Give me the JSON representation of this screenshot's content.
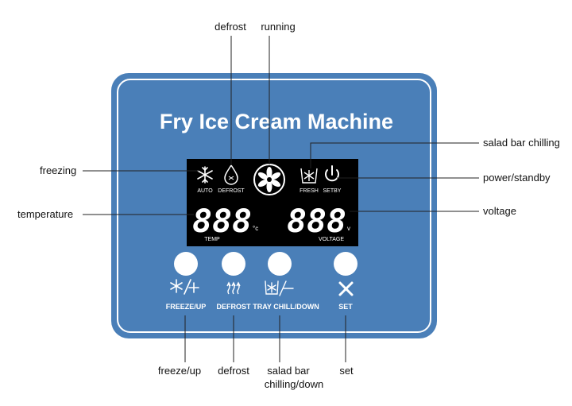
{
  "panel": {
    "title": "Fry Ice Cream Machine",
    "colors": {
      "panel": "#4a7fb8",
      "panel_border": "#ffffff",
      "lcd": "#000000",
      "text": "#ffffff"
    }
  },
  "display": {
    "auto_label": "AUTO",
    "defrost_label": "DEFROST",
    "fresh_label": "FRESH",
    "setby_label": "SETBY",
    "temp_digits": "888",
    "temp_unit": "°c",
    "temp_label": "TEMP",
    "volt_digits": "888",
    "volt_unit": "v",
    "volt_label": "VOLTAGE"
  },
  "buttons": {
    "freeze_up": "FREEZE/UP",
    "defrost": "DEFROST",
    "tray_chill_down": "TRAY CHILL/DOWN",
    "set": "SET"
  },
  "callouts": {
    "defrost_top": "defrost",
    "running": "running",
    "salad_bar_chilling": "salad bar chilling",
    "freezing": "freezing",
    "power_standby": "power/standby",
    "temperature": "temperature",
    "voltage": "voltage",
    "freeze_up": "freeze/up",
    "defrost_bottom": "defrost",
    "salad_bar_chilling_down_line1": "salad bar",
    "salad_bar_chilling_down_line2": "chilling/down",
    "set": "set"
  }
}
